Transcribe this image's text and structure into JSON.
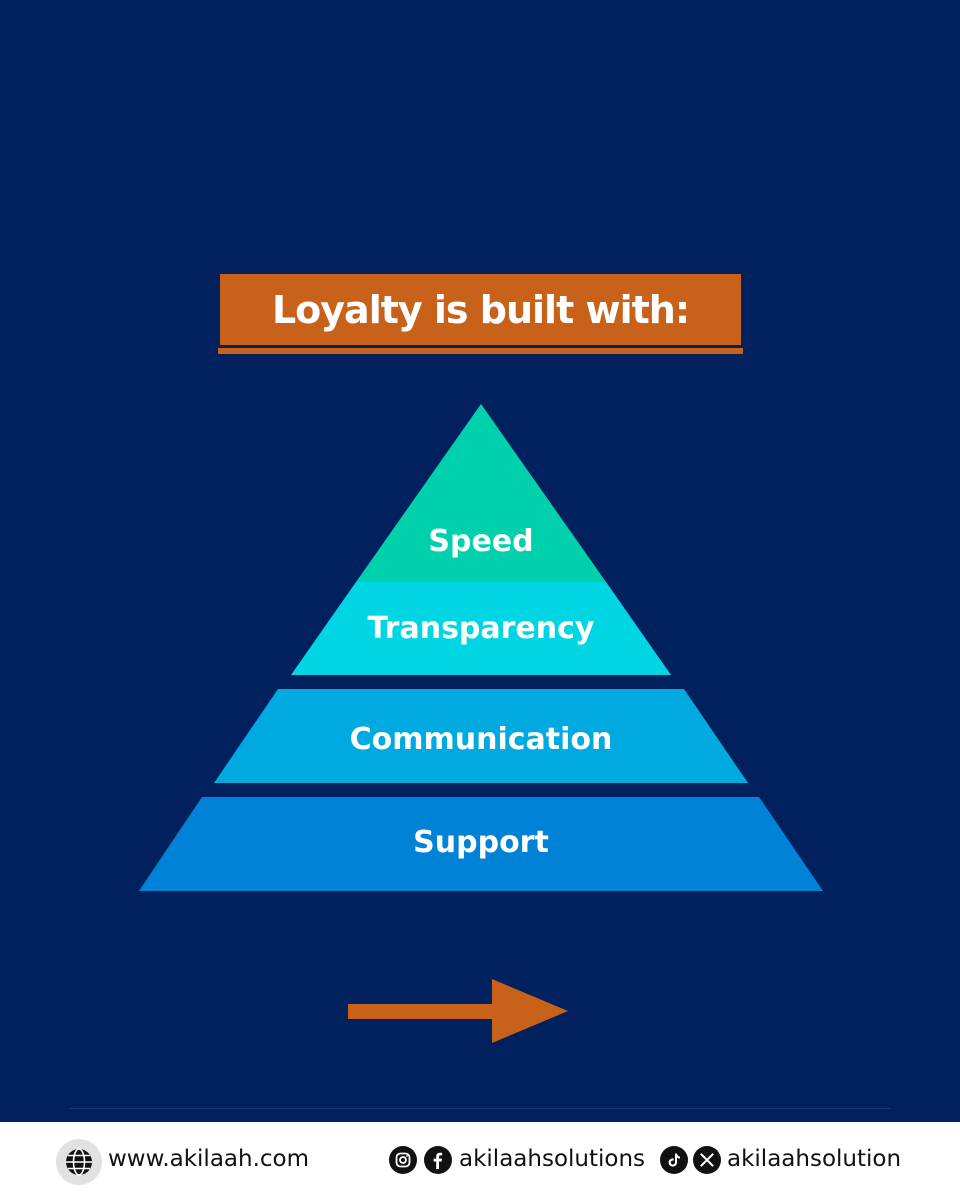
{
  "title": "Loyalty is built with:",
  "pyramid": {
    "levels": [
      {
        "label": "Speed",
        "color": "#00d1ac"
      },
      {
        "label": "Transparency",
        "color": "#00d5e3"
      },
      {
        "label": "Communication",
        "color": "#00a9e0"
      },
      {
        "label": "Support",
        "color": "#0083d6"
      }
    ]
  },
  "accent_color": "#c8611a",
  "background_color": "#01215e",
  "next_arrow_icon": "arrow-right-icon",
  "footer": {
    "website": "www.akilaah.com",
    "handle_primary": "akilaahsolutions",
    "handle_secondary": "akilaahsolution",
    "icons": [
      "globe-icon",
      "instagram-icon",
      "facebook-icon",
      "tiktok-icon",
      "x-icon"
    ]
  }
}
